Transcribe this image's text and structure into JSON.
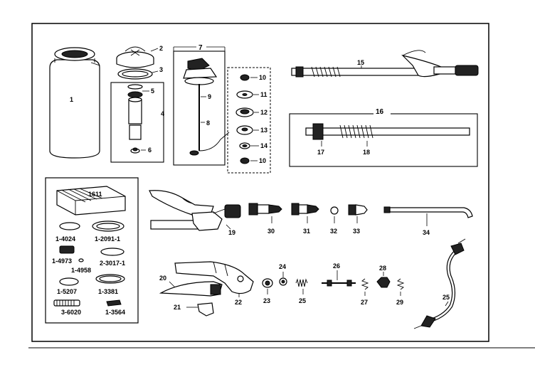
{
  "parts": {
    "p1": "1",
    "p2": "2",
    "p3": "3",
    "p4": "4",
    "p5": "5",
    "p6": "6",
    "p7": "7",
    "p8": "8",
    "p9": "9",
    "p10a": "10",
    "p10b": "10",
    "p11": "11",
    "p12": "12",
    "p13": "13",
    "p14": "14",
    "p15": "15",
    "p16": "16",
    "p17": "17",
    "p18": "18",
    "p19": "19",
    "p20": "20",
    "p21": "21",
    "p22": "22",
    "p23": "23",
    "p24": "24",
    "p25a": "25",
    "p25b": "25",
    "p26": "26",
    "p27": "27",
    "p28": "28",
    "p29": "29",
    "p30": "30",
    "p31": "31",
    "p32": "32",
    "p33": "33",
    "p34": "34"
  },
  "kit": {
    "box": "1611",
    "k1": "1-4024",
    "k2": "1-2091-1",
    "k3": "1-4973",
    "k4": "1-4958",
    "k5": "2-3017-1",
    "k6": "1-5207",
    "k7": "1-3381",
    "k8": "3-6020",
    "k9": "1-3564"
  }
}
